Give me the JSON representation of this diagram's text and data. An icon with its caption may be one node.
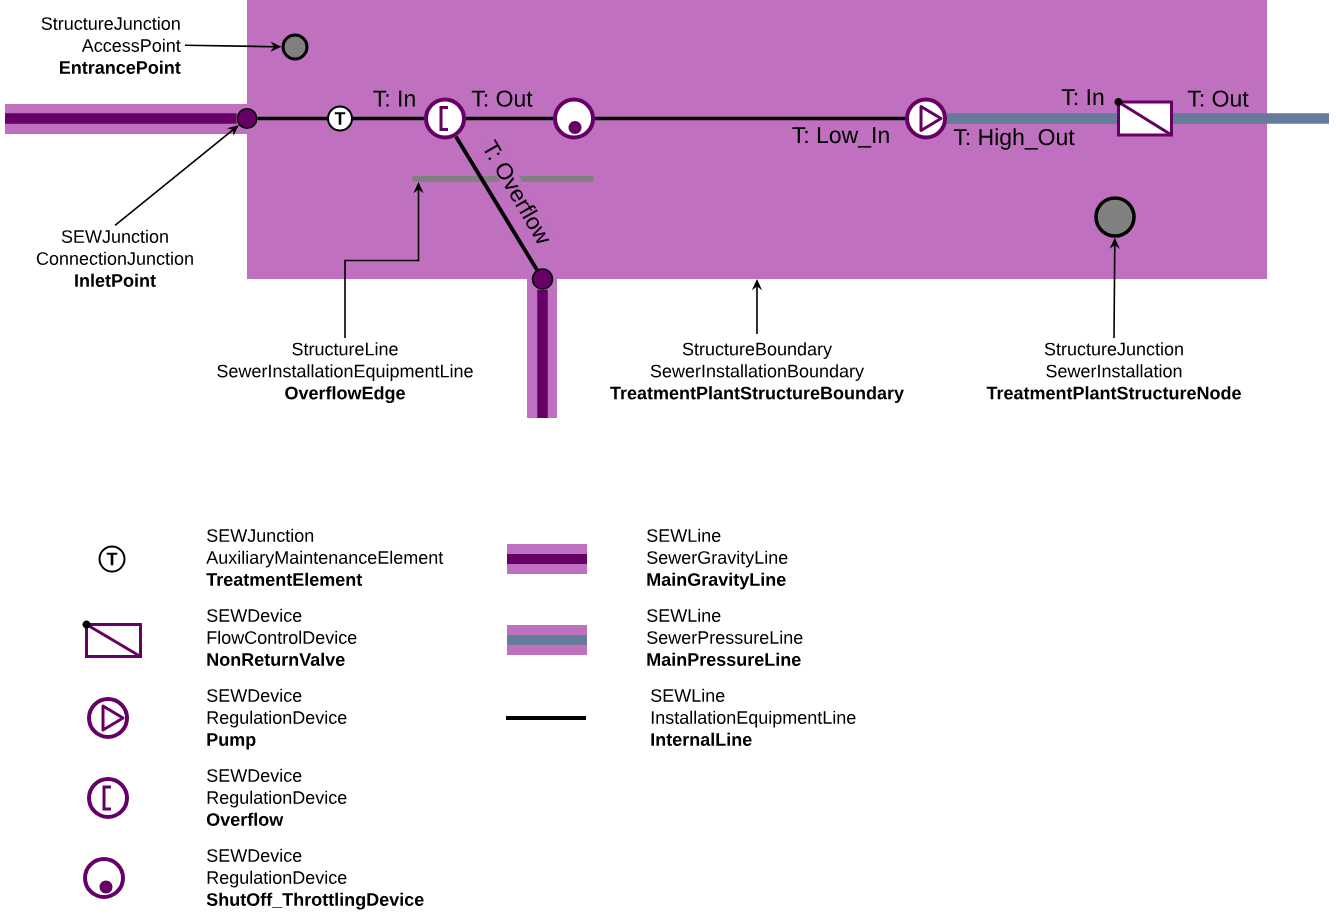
{
  "diagram": {
    "nodes": [
      {
        "text": [
          "StructureJunction",
          "AccessPoint",
          "EntrancePoint"
        ]
      },
      {
        "text": [],
        "shape": "box"
      },
      {
        "text": [],
        "shape": "circle",
        "in": 1
      },
      {
        "text": [],
        "shape": "circle"
      },
      {
        "text": [
          "T"
        ],
        "in": 1
      },
      {
        "text": [],
        "shape": "circle",
        "in": 1,
        "beside": [
          "T: In",
          "T: Out"
        ]
      },
      {
        "text": [],
        "shape": "circle",
        "in": 1
      },
      {
        "text": [],
        "shape": "circle",
        "in": 1,
        "beside": [
          "T: Low_In",
          "T: High_Out"
        ]
      },
      {
        "text": [],
        "shape": "box",
        "in": 1,
        "beside": [
          "T: In",
          "T: Out"
        ]
      },
      {
        "text": [],
        "shape": "bar",
        "in": 1
      },
      {
        "text": [],
        "shape": "circle",
        "in": 1
      },
      {
        "text": [],
        "shape": "circle"
      },
      {
        "text": [
          "SEWJunction",
          "ConnectionJunction",
          "InletPoint"
        ]
      },
      {
        "text": [
          "StructureLine",
          "SewerInstallationEquipmentLine",
          "OverflowEdge"
        ]
      },
      {
        "text": [
          "StructureBoundary",
          "SewerInstallationBoundary",
          "TreatmentPlantStructureBoundary"
        ]
      },
      {
        "text": [
          "StructureJunction",
          "SewerInstallation",
          "TreatmentPlantStructureNode"
        ]
      }
    ],
    "edges": [
      {
        "from": null,
        "to": 3,
        "arrow": "none",
        "style": "thick",
        "color": "#660066"
      },
      {
        "from": 3,
        "to": 4,
        "arrow": "none"
      },
      {
        "from": 4,
        "to": 5,
        "arrow": "none"
      },
      {
        "from": 5,
        "to": 6,
        "arrow": "none"
      },
      {
        "from": 6,
        "to": 7,
        "arrow": "none"
      },
      {
        "from": 5,
        "to": 11,
        "arrow": "none",
        "label": "T: Overflow"
      },
      {
        "from": 11,
        "to": null,
        "arrow": "none",
        "style": "thick",
        "color": "#660066"
      },
      {
        "from": 7,
        "to": 8,
        "arrow": "none",
        "style": "thick",
        "color": "#667a99"
      },
      {
        "from": 8,
        "to": null,
        "arrow": "none",
        "style": "thick",
        "color": "#667a99"
      },
      {
        "from": 0,
        "to": 2,
        "arrow": "to"
      },
      {
        "from": 12,
        "to": 3,
        "arrow": "to"
      },
      {
        "from": 13,
        "to": 9,
        "arrow": "to"
      },
      {
        "from": 14,
        "to": 1,
        "arrow": "to"
      },
      {
        "from": 15,
        "to": 10,
        "arrow": "to"
      }
    ],
    "labels": [
      "T"
    ],
    "legend": [
      {
        "text": "SEWJunction AuxiliaryMaintenanceElement **TreatmentElement**"
      },
      {
        "text": "SEWDevice FlowControlDevice **NonReturnValve**"
      },
      {
        "text": "SEWDevice RegulationDevice **Pump**"
      },
      {
        "text": "SEWDevice RegulationDevice **Overflow**"
      },
      {
        "text": "SEWDevice RegulationDevice **ShutOff_ThrottlingDevice**"
      },
      {
        "text": "SEWLine SewerGravityLine **MainGravityLine**"
      },
      {
        "text": "SEWLine SewerPressureLine **MainPressureLine**"
      },
      {
        "text": "SEWLine InstallationEquipmentLine **InternalLine**"
      }
    ]
  }
}
